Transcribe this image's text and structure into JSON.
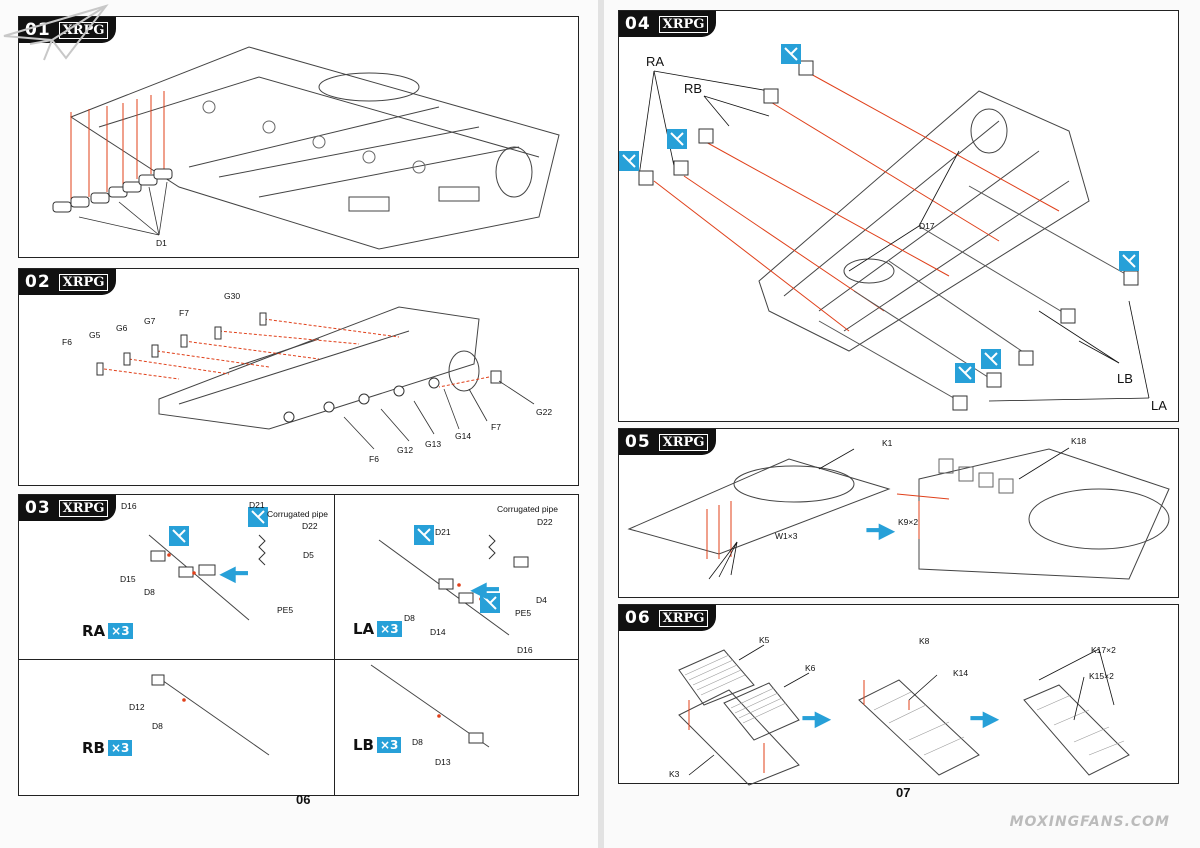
{
  "brand": "XRPG",
  "page_numbers": {
    "left": "06",
    "right": "07"
  },
  "steps": [
    {
      "number": "01",
      "labels": [
        "D1"
      ]
    },
    {
      "number": "02",
      "labels": [
        "G30",
        "F7",
        "G7",
        "G6",
        "G5",
        "F6",
        "G22",
        "F7",
        "G14",
        "G13",
        "G12",
        "F6"
      ]
    },
    {
      "number": "03",
      "ra": {
        "labels": [
          "D16",
          "D15",
          "D8",
          "D21",
          "Corrugated pipe",
          "D22",
          "D5",
          "PE5"
        ],
        "sub": "RA",
        "mult": "×3"
      },
      "la": {
        "labels": [
          "D21",
          "Corrugated pipe",
          "D22",
          "D8",
          "D14",
          "PE5",
          "D4",
          "D16"
        ],
        "sub": "LA",
        "mult": "×3"
      },
      "rb": {
        "labels": [
          "D12",
          "D8"
        ],
        "sub": "RB",
        "mult": "×3"
      },
      "lb": {
        "labels": [
          "D8",
          "D13"
        ],
        "sub": "LB",
        "mult": "×3"
      }
    },
    {
      "number": "04",
      "labels": [
        "RA",
        "RB",
        "D17",
        "LB",
        "LA"
      ]
    },
    {
      "number": "05",
      "labels": [
        "K1",
        "K18",
        "K9×2",
        "W1×3"
      ]
    },
    {
      "number": "06",
      "labels": [
        "K5",
        "K6",
        "K3",
        "K8",
        "K14",
        "K17×2",
        "K15×2"
      ]
    }
  ],
  "watermark": "MOXINGFANS.COM",
  "colors": {
    "accent": "#27a0d8",
    "arrow_red": "#e0401a",
    "line": "#222222"
  }
}
